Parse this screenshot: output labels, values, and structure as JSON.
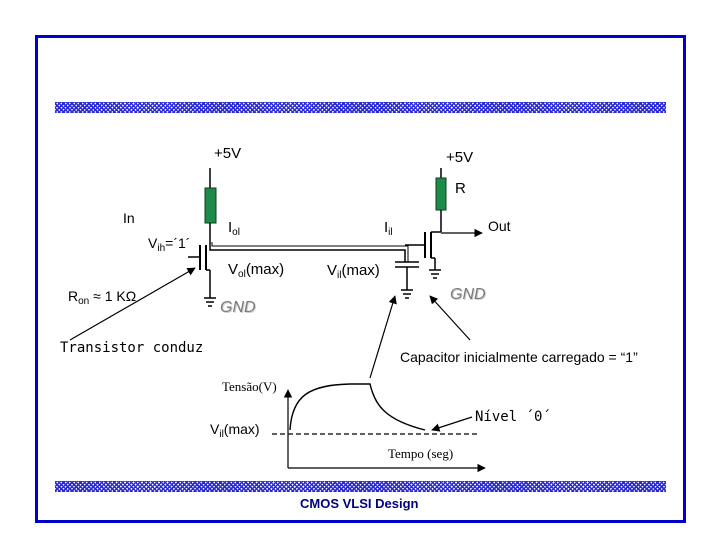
{
  "circuit": {
    "vdd_left": "+5V",
    "vdd_right": "+5V",
    "resistor": "R",
    "input": "In",
    "output": "Out",
    "vih": {
      "base": "V",
      "sub": "ih",
      "rest": "=´1´"
    },
    "ron": {
      "base": "R",
      "sub": "on",
      "rest": " ≈ 1 KΩ"
    },
    "iol": {
      "base": "I",
      "sub": "ol"
    },
    "iil": {
      "base": "I",
      "sub": "il"
    },
    "vol_max": {
      "base": "V",
      "sub": "ol",
      "rest": "(max)"
    },
    "vil_max": {
      "base": "V",
      "sub": "il",
      "rest": "(max)"
    },
    "gnd_left": "GND",
    "gnd_right": "GND"
  },
  "annotations": {
    "transistor": "Transistor conduz",
    "capacitor": "Capacitor inicialmente carregado = “1”"
  },
  "graph": {
    "ylabel": "Tensão(V)",
    "xlabel": "Tempo (seg)",
    "threshold": {
      "base": "V",
      "sub": "il",
      "rest": "(max)"
    },
    "level": "Nível ´0´"
  },
  "footer": "CMOS VLSI Design",
  "colors": {
    "frame": "#0000cc",
    "band": "#2b2bd6",
    "resistor": "#1e8a4a",
    "gnd_text": "#7a7a7a"
  }
}
